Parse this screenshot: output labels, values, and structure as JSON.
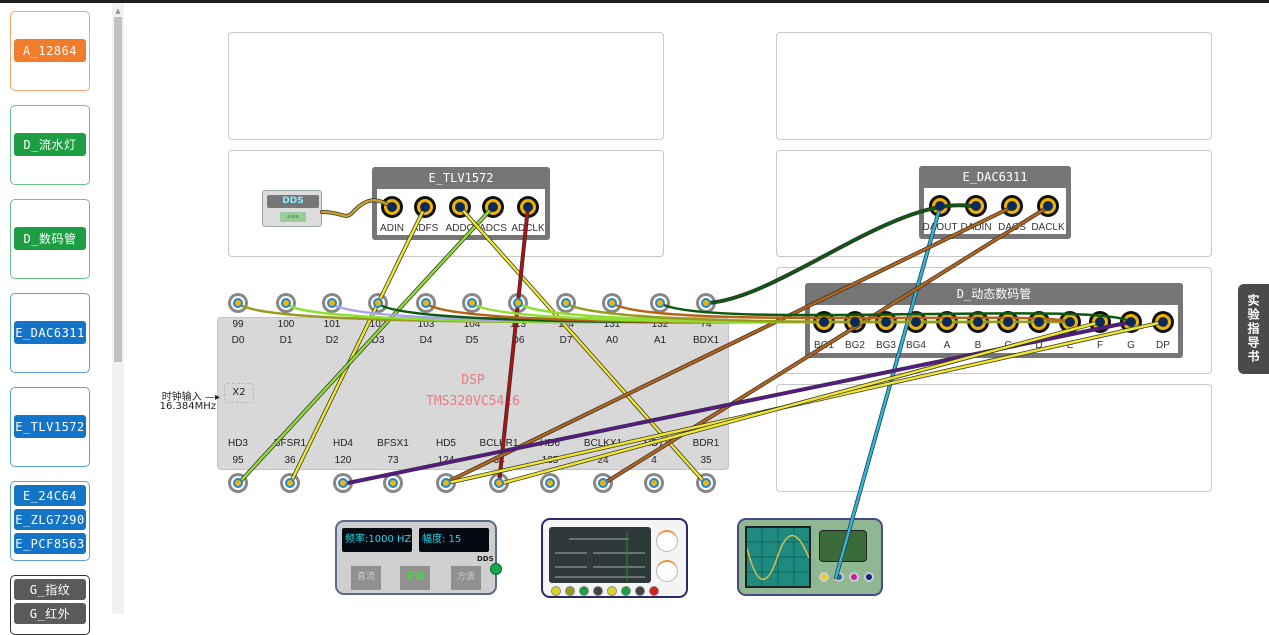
{
  "sidebar": {
    "cards": [
      {
        "label": "A_12864",
        "color": "#f07c2c",
        "border": "#f5a36a"
      },
      {
        "label": "D_流水灯",
        "color": "#1e9e43",
        "border": "#6cc28a"
      },
      {
        "label": "D_数码管",
        "color": "#1e9e43",
        "border": "#6cc28a"
      },
      {
        "label": "E_DAC6311",
        "color": "#1474c8",
        "border": "#5aa0dc"
      },
      {
        "label": "E_TLV1572",
        "color": "#1474c8",
        "border": "#5aa0dc"
      }
    ],
    "stack_e": [
      "E_24C64",
      "E_ZLG7290",
      "E_PCF8563"
    ],
    "stack_g": [
      "G_指纹",
      "G_红外"
    ]
  },
  "dds_small": {
    "title": "DDS",
    "display": "▪▪▪"
  },
  "tlv1572": {
    "title": "E_TLV1572",
    "ports": [
      "ADIN",
      "ADFS",
      "ADDO",
      "ADCS",
      "ADCLK"
    ]
  },
  "dac6311": {
    "title": "E_DAC6311",
    "ports": [
      "DAOUT",
      "DADIN",
      "DACS",
      "DACLK"
    ]
  },
  "segment": {
    "title": "D_动态数码管",
    "ports": [
      "BG1",
      "BG2",
      "BG3",
      "BG4",
      "A",
      "B",
      "C",
      "D",
      "E",
      "F",
      "G",
      "DP"
    ]
  },
  "dsp": {
    "title": "DSP",
    "chip": "TMS320VC5416",
    "crystal": "X2",
    "clock_label": "时钟输入",
    "clock_freq": "16.384MHz",
    "top_pins": [
      {
        "num": "99",
        "name": "D0"
      },
      {
        "num": "100",
        "name": "D1"
      },
      {
        "num": "101",
        "name": "D2"
      },
      {
        "num": "102",
        "name": "D3"
      },
      {
        "num": "103",
        "name": "D4"
      },
      {
        "num": "104",
        "name": "D5"
      },
      {
        "num": "113",
        "name": "D6"
      },
      {
        "num": "114",
        "name": "D7"
      },
      {
        "num": "131",
        "name": "A0"
      },
      {
        "num": "132",
        "name": "A1"
      },
      {
        "num": "74",
        "name": "BDX1"
      }
    ],
    "bottom_pins": [
      {
        "num": "95",
        "name": "HD3"
      },
      {
        "num": "36",
        "name": "BFSR1"
      },
      {
        "num": "120",
        "name": "HD4"
      },
      {
        "num": "73",
        "name": "BFSX1"
      },
      {
        "num": "124",
        "name": "HD5"
      },
      {
        "num": "34",
        "name": "BCLKR1"
      },
      {
        "num": "135",
        "name": "HD6"
      },
      {
        "num": "24",
        "name": "BCLKX1"
      },
      {
        "num": "4",
        "name": "HD7"
      },
      {
        "num": "35",
        "name": "BDR1"
      }
    ]
  },
  "signal_gen": {
    "freq": "频率:1000 HZ",
    "amp": "幅度: 15",
    "dds_tag": "DDS",
    "buttons": [
      "直流",
      "正弦",
      "方波"
    ]
  },
  "guide_tab": "实验指导书"
}
